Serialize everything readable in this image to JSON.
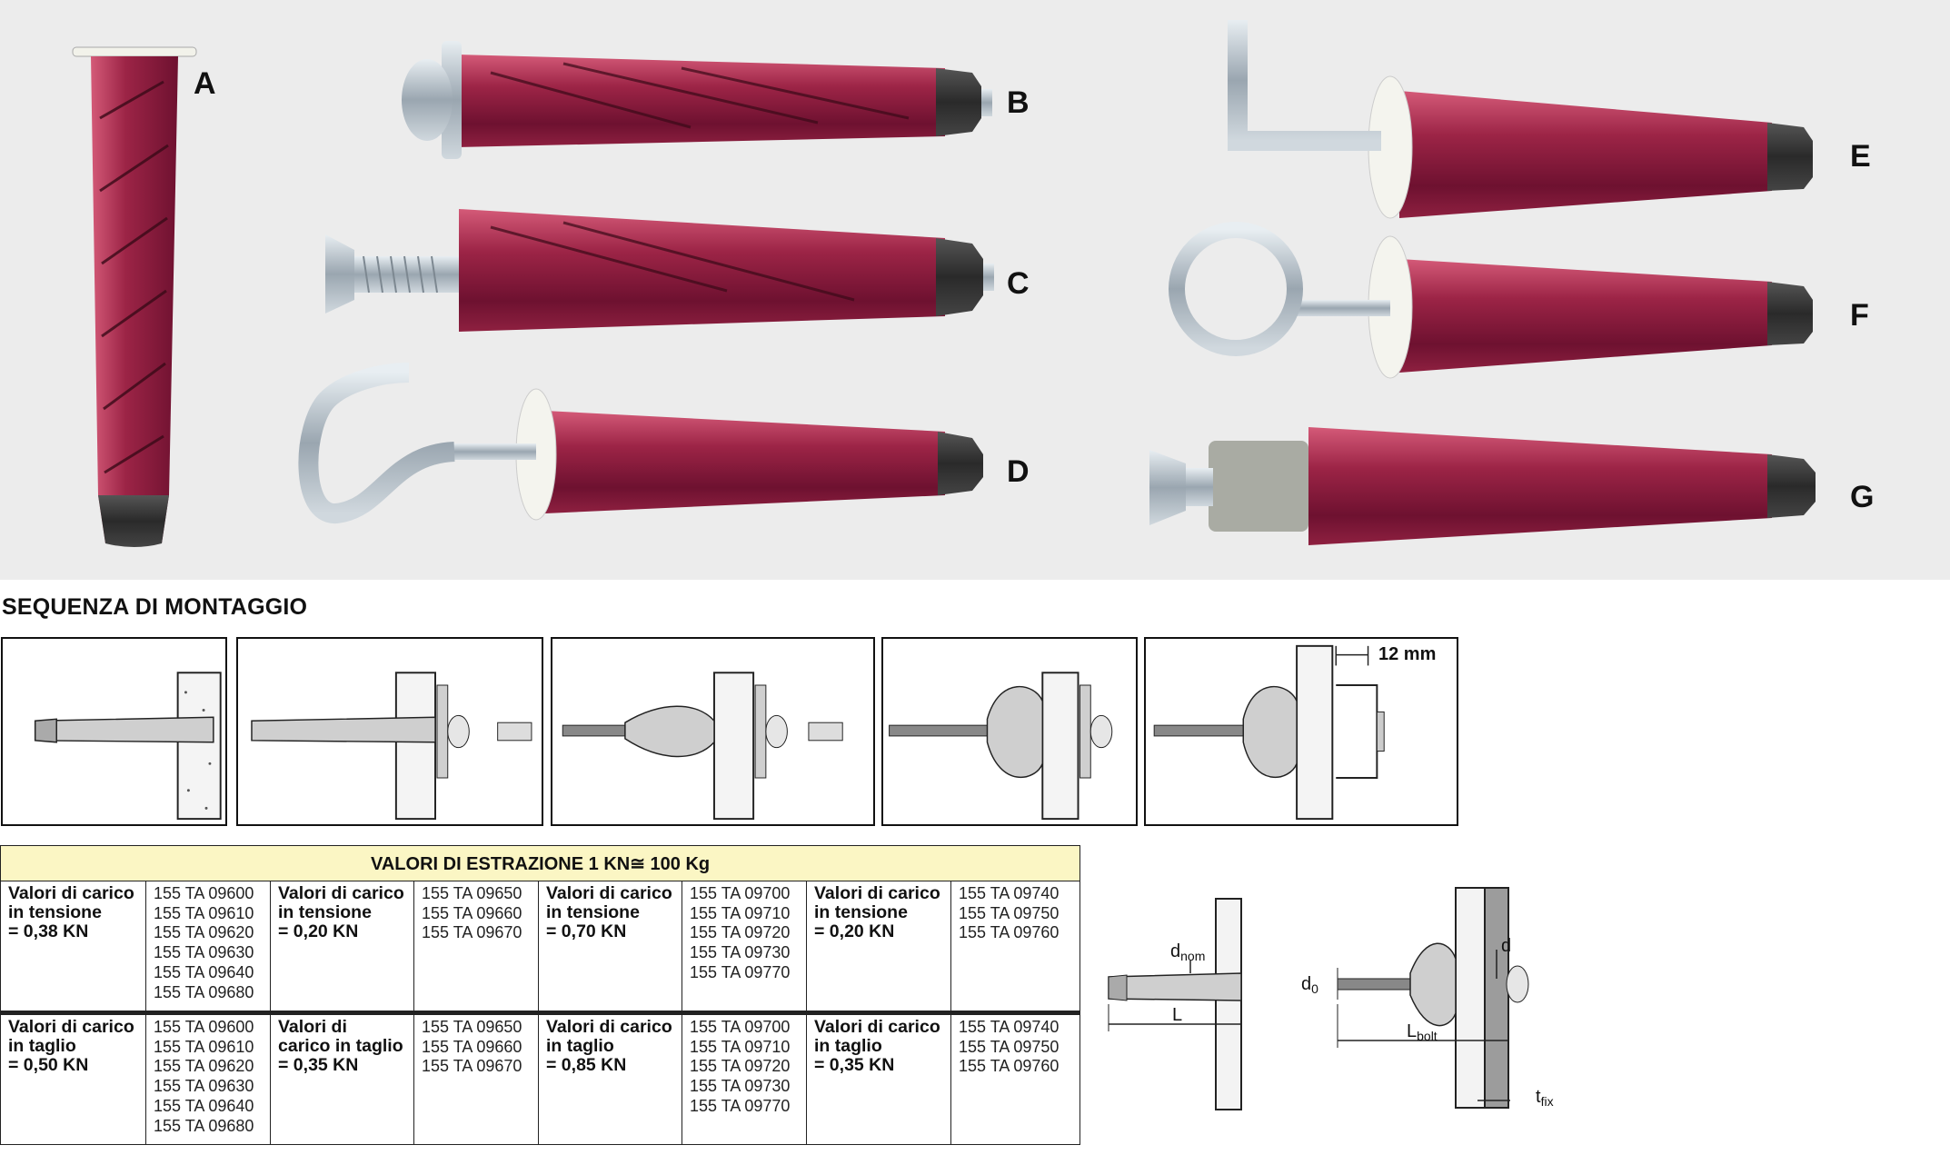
{
  "product_labels": [
    "A",
    "B",
    "C",
    "D",
    "E",
    "F",
    "G"
  ],
  "assembly": {
    "title": "SEQUENZA DI MONTAGGIO",
    "offset_label": "12 mm"
  },
  "table": {
    "header": "VALORI DI ESTRAZIONE 1 KN≅ 100 Kg",
    "tension": [
      {
        "label": [
          "Valori di carico",
          "in tensione",
          "= 0,38 KN"
        ],
        "codes": [
          "155 TA 09600",
          "155 TA 09610",
          "155 TA 09620",
          "155 TA 09630",
          "155 TA 09640",
          "155 TA 09680"
        ]
      },
      {
        "label": [
          "Valori di carico",
          "in tensione",
          "= 0,20 KN"
        ],
        "codes": [
          "155 TA 09650",
          "155 TA 09660",
          "155 TA 09670"
        ]
      },
      {
        "label": [
          "Valori di carico",
          "in tensione",
          "= 0,70 KN"
        ],
        "codes": [
          "155 TA 09700",
          "155 TA 09710",
          "155 TA 09720",
          "155 TA 09730",
          "155 TA 09770"
        ]
      },
      {
        "label": [
          "Valori di carico",
          "in tensione",
          "= 0,20 KN"
        ],
        "codes": [
          "155 TA 09740",
          "155 TA 09750",
          "155 TA 09760"
        ]
      }
    ],
    "shear": [
      {
        "label": [
          "Valori di carico",
          "in taglio",
          " = 0,50 KN"
        ],
        "codes": [
          "155 TA 09600",
          "155 TA 09610",
          "155 TA 09620",
          "155 TA 09630",
          "155 TA 09640",
          "155 TA 09680"
        ]
      },
      {
        "label": [
          "Valori di",
          "carico in taglio",
          "= 0,35 KN"
        ],
        "codes": [
          "155 TA 09650",
          "155 TA 09660",
          "155 TA 09670"
        ]
      },
      {
        "label": [
          "Valori di carico",
          "in taglio",
          "= 0,85 KN"
        ],
        "codes": [
          "155 TA 09700",
          "155 TA 09710",
          "155 TA 09720",
          "155 TA 09730",
          "155 TA 09770"
        ]
      },
      {
        "label": [
          "Valori di carico",
          "in taglio",
          " = 0,35 KN"
        ],
        "codes": [
          "155 TA 09740",
          "155 TA 09750",
          "155 TA 09760"
        ]
      }
    ]
  },
  "dimensions": {
    "d_nom": "d",
    "d_nom_sub": "nom",
    "L": "L",
    "d0": "d",
    "d0_sub": "0",
    "d": "d",
    "L_bolt": "L",
    "L_bolt_sub": "bolt",
    "t_fix": "t",
    "t_fix_sub": "fix"
  },
  "colors": {
    "anchor": "#8b1c3a",
    "cap": "#3a3a3a",
    "metal": "#b9c3cc",
    "table_header": "#fbf6c4",
    "photo_bg": "#ececec"
  }
}
